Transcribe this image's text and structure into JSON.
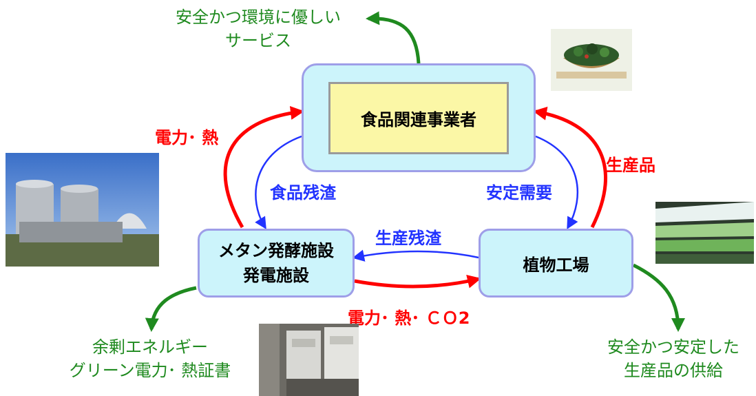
{
  "nodes": {
    "food_operator": "食品関連事業者",
    "methane": [
      "メタン発酵施設",
      "発電施設"
    ],
    "plant_factory": "植物工場"
  },
  "arrow_labels": {
    "power_heat": "電力･ 熱",
    "products": "生産品",
    "food_residue": "食品残渣",
    "stable_demand": "安定需要",
    "production_residue": "生産残渣",
    "power_heat_co2": "電力･ 熱･ ＣＯ2"
  },
  "outcomes": {
    "service": [
      "安全かつ環境に優しい",
      "サービス"
    ],
    "surplus": [
      "余剰エネルギー",
      "グリーン電力･ 熱証書"
    ],
    "supply": [
      "安全かつ安定した",
      "生産品の供給"
    ]
  },
  "images": {
    "salad": "salad-bowl-photo",
    "biogas": "biogas-plant-photo",
    "generator": "generator-photo",
    "factory": "plant-factory-photo"
  },
  "colors": {
    "red_arrow": "#ff0000",
    "blue_arrow": "#2233ff",
    "green_arrow": "#1f8a1f",
    "node_fill": "#ccf4fb",
    "node_border": "#9e9ee8",
    "inner_fill": "#fbf7a6"
  }
}
